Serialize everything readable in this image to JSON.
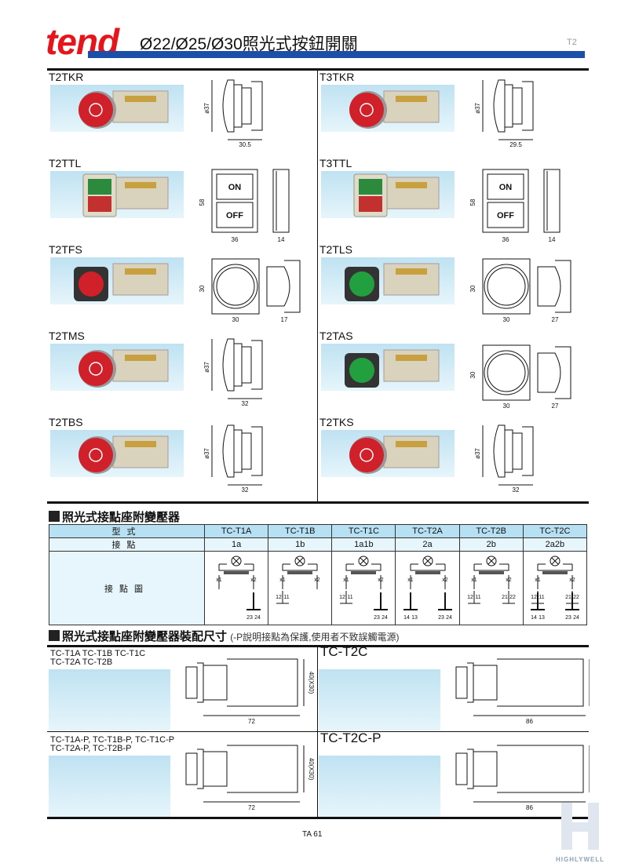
{
  "header": {
    "logo": "tend",
    "title": "Ø22/Ø25/Ø30照光式按鈕開關",
    "page_code": "T2"
  },
  "products": [
    {
      "name": "T2TKR",
      "type": "mushroom",
      "dims": [
        "ø37",
        "30.5"
      ],
      "color": "#d0202a"
    },
    {
      "name": "T3TKR",
      "type": "mushroom",
      "dims": [
        "ø37",
        "29.5"
      ],
      "color": "#d0202a"
    },
    {
      "name": "T2TTL",
      "type": "dual",
      "dims": [
        "58",
        "36",
        "14"
      ],
      "on": "ON",
      "off": "OFF"
    },
    {
      "name": "T3TTL",
      "type": "dual",
      "dims": [
        "58",
        "36",
        "14"
      ],
      "on": "ON",
      "off": "OFF"
    },
    {
      "name": "T2TFS",
      "type": "square",
      "dims": [
        "30",
        "30",
        "17"
      ],
      "color": "#d0202a"
    },
    {
      "name": "T2TLS",
      "type": "square",
      "dims": [
        "30",
        "30",
        "27"
      ],
      "color": "#22a040"
    },
    {
      "name": "T2TMS",
      "type": "mushroom",
      "dims": [
        "ø37",
        "32"
      ],
      "color": "#d0202a"
    },
    {
      "name": "T2TAS",
      "type": "square",
      "dims": [
        "30",
        "30",
        "27"
      ],
      "color": "#22a040"
    },
    {
      "name": "T2TBS",
      "type": "mushroom",
      "dims": [
        "ø37",
        "32"
      ],
      "color": "#d0202a"
    },
    {
      "name": "T2TKS",
      "type": "mushroom",
      "dims": [
        "ø37",
        "32"
      ],
      "color": "#d0202a"
    }
  ],
  "section1": {
    "title": "照光式接點座附變壓器"
  },
  "table": {
    "row_type": "型式",
    "row_contact": "接點",
    "row_diagram": "接點圖",
    "models": [
      "TC-T1A",
      "TC-T1B",
      "TC-T1C",
      "TC-T2A",
      "TC-T2B",
      "TC-T2C"
    ],
    "contacts": [
      "1a",
      "1b",
      "1a1b",
      "2a",
      "2b",
      "2a2b"
    ],
    "x_labels": [
      "x1",
      "x2"
    ],
    "diagrams": [
      {
        "nc": [],
        "no": [
          [
            "23",
            "24"
          ]
        ]
      },
      {
        "nc": [
          [
            "12",
            "11"
          ]
        ],
        "no": []
      },
      {
        "nc": [
          [
            "12",
            "11"
          ]
        ],
        "no": [
          [
            "23",
            "24"
          ]
        ]
      },
      {
        "nc": [],
        "no": [
          [
            "14",
            "13"
          ],
          [
            "23",
            "24"
          ]
        ]
      },
      {
        "nc": [
          [
            "12",
            "11"
          ],
          [
            "21",
            "22"
          ]
        ],
        "no": []
      },
      {
        "nc": [
          [
            "12",
            "11"
          ],
          [
            "21",
            "22"
          ]
        ],
        "no": [
          [
            "14",
            "13"
          ],
          [
            "23",
            "24"
          ]
        ]
      }
    ]
  },
  "section2": {
    "title": "照光式接點座附變壓器裝配尺寸",
    "note": "(-P說明接點為保護,使用者不致誤觸電源)"
  },
  "assemblies": [
    {
      "label": [
        "TC-T1A TC-T1B TC-T1C",
        "TC-T2A TC-T2B"
      ],
      "big": false,
      "height": "40(X30)",
      "width": "72"
    },
    {
      "label": [
        "TC-T2C"
      ],
      "big": true,
      "height": "40(X30)",
      "width": "86"
    },
    {
      "label": [
        "TC-T1A-P, TC-T1B-P, TC-T1C-P",
        "TC-T2A-P, TC-T2B-P"
      ],
      "big": false,
      "height": "40(X30)",
      "width": "72"
    },
    {
      "label": [
        "TC-T2C-P"
      ],
      "big": true,
      "height": "40(X30)",
      "width": "86"
    }
  ],
  "footer": {
    "page": "TA 61",
    "brand": "HIGHLYWELL"
  }
}
